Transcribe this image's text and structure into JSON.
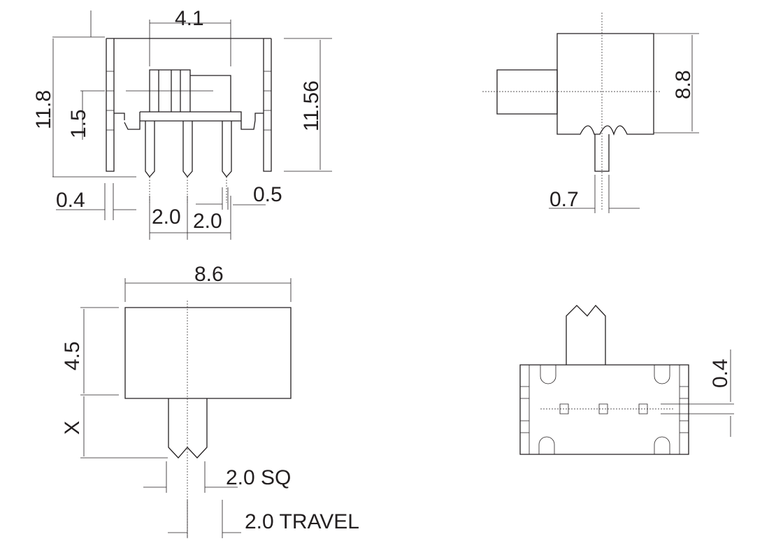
{
  "title": "Slide switch dimension drawing",
  "front_view": {
    "width_41": "4.1",
    "height_118": "11.8",
    "height_1156": "11.56",
    "offset_15": "1.5",
    "leg_04": "0.4",
    "pin_05": "0.5",
    "pitch_a": "2.0",
    "pitch_b": "2.0"
  },
  "side_view": {
    "height_88": "8.8",
    "pin_07": "0.7"
  },
  "top_view": {
    "width_86": "8.6",
    "depth_45": "4.5",
    "actuator_x": "X",
    "actuator_sq": "2.0 SQ",
    "travel": "2.0 TRAVEL"
  },
  "bottom_view": {
    "pad_04": "0.4"
  }
}
